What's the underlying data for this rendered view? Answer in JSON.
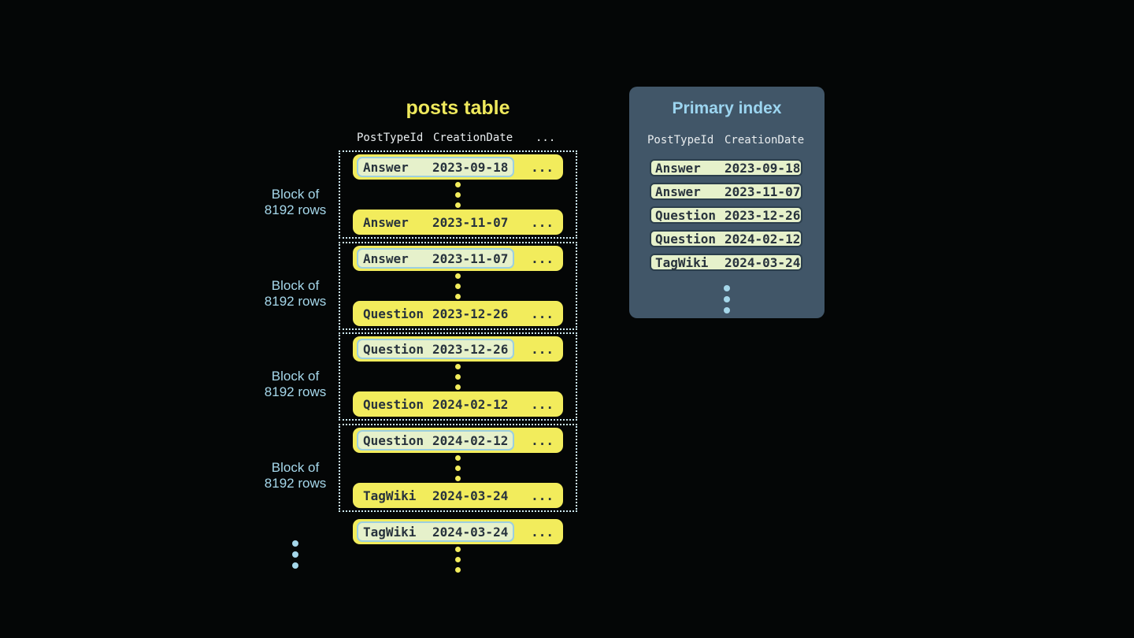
{
  "colors": {
    "background": "#040606",
    "row_yellow": "#F2EC5C",
    "row_text": "#28333D",
    "highlight_bg": "#E6F1CB",
    "highlight_border": "#9CCFE0",
    "block_dotted_border": "#CDE9F2",
    "label_blue": "#A5D7EA",
    "title_yellow": "#EFE95C",
    "panel_bg": "#415668",
    "panel_title_blue": "#9CD5F0",
    "header_text": "#E9EDEF",
    "index_row_border": "#2B3E4C"
  },
  "posts_table": {
    "title": "posts table",
    "headers": {
      "post_type_id": "PostTypeId",
      "creation_date": "CreationDate",
      "more": "..."
    },
    "row_ellipsis": "...",
    "blocks": [
      {
        "label_line1": "Block of",
        "label_line2": "8192 rows",
        "first_row": {
          "post_type_id": "Answer",
          "creation_date": "2023-09-18"
        },
        "last_row": {
          "post_type_id": "Answer",
          "creation_date": "2023-11-07"
        }
      },
      {
        "label_line1": "Block of",
        "label_line2": "8192 rows",
        "first_row": {
          "post_type_id": "Answer",
          "creation_date": "2023-11-07"
        },
        "last_row": {
          "post_type_id": "Question",
          "creation_date": "2023-12-26"
        }
      },
      {
        "label_line1": "Block of",
        "label_line2": "8192 rows",
        "first_row": {
          "post_type_id": "Question",
          "creation_date": "2023-12-26"
        },
        "last_row": {
          "post_type_id": "Question",
          "creation_date": "2024-02-12"
        }
      },
      {
        "label_line1": "Block of",
        "label_line2": "8192 rows",
        "first_row": {
          "post_type_id": "Question",
          "creation_date": "2024-02-12"
        },
        "last_row": {
          "post_type_id": "TagWiki",
          "creation_date": "2024-03-24"
        }
      }
    ],
    "overflow_row": {
      "post_type_id": "TagWiki",
      "creation_date": "2024-03-24"
    }
  },
  "primary_index": {
    "title": "Primary index",
    "headers": {
      "post_type_id": "PostTypeId",
      "creation_date": "CreationDate"
    },
    "rows": [
      {
        "post_type_id": "Answer",
        "creation_date": "2023-09-18"
      },
      {
        "post_type_id": "Answer",
        "creation_date": "2023-11-07"
      },
      {
        "post_type_id": "Question",
        "creation_date": "2023-12-26"
      },
      {
        "post_type_id": "Question",
        "creation_date": "2024-02-12"
      },
      {
        "post_type_id": "TagWiki",
        "creation_date": "2024-03-24"
      }
    ]
  }
}
